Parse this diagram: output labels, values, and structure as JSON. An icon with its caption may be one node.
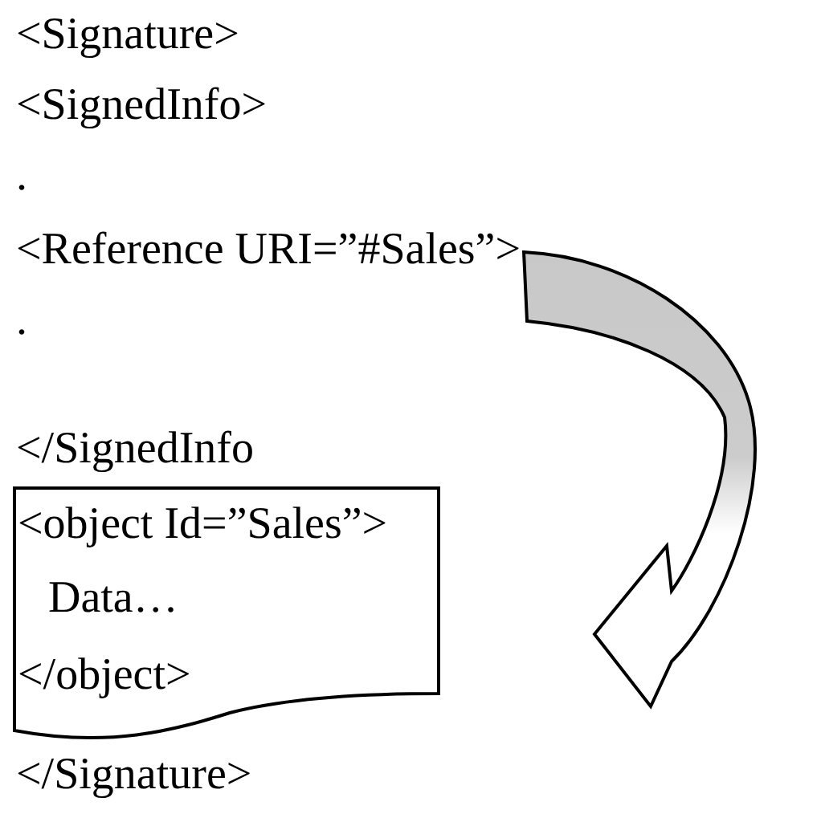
{
  "diagram": {
    "nodes": [
      {
        "text": [
          "<Reference URI=”#Sales”>"
        ]
      },
      {
        "text": [
          "<object Id=”Sales”>",
          "Data…",
          "</object>"
        ]
      }
    ],
    "edges": [
      {
        "from": 0,
        "to": 1,
        "arrow": "to"
      }
    ],
    "labels": [
      "<Signature>",
      "<SignedInfo>",
      ".",
      ".",
      "</SignedInfo",
      "</Signature>"
    ]
  }
}
